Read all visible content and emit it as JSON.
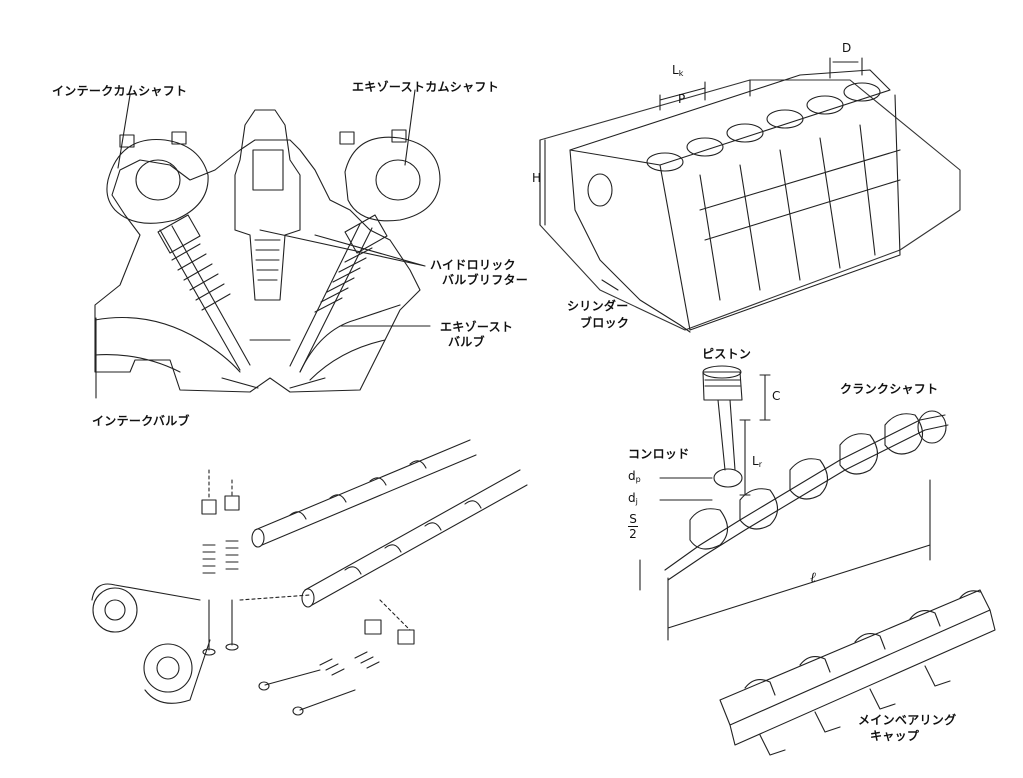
{
  "labels": {
    "intake_camshaft": "インテークカムシャフト",
    "exhaust_camshaft": "エキゾーストカムシャフト",
    "hydraulic_lifter_1": "ハイドロリック",
    "hydraulic_lifter_2": "バルブリフター",
    "exhaust_valve_1": "エキゾースト",
    "exhaust_valve_2": "バルブ",
    "intake_valve": "インテークバルブ",
    "cylinder_block_1": "シリンダー",
    "cylinder_block_2": "ブロック",
    "piston": "ピストン",
    "crankshaft": "クランクシャフト",
    "conrod": "コンロッド",
    "main_bearing_cap_1": "メインベアリング",
    "main_bearing_cap_2": "キャップ"
  },
  "dimensions": {
    "block_length": {
      "main": "L",
      "sub": "k"
    },
    "bore": "D",
    "pitch": "P",
    "height": "H",
    "compression_height": "C",
    "conrod_length": {
      "main": "L",
      "sub": "r"
    },
    "pin_diameter": {
      "main": "d",
      "sub": "p"
    },
    "journal_diameter": {
      "main": "d",
      "sub": "j"
    },
    "half_stroke_num": "S",
    "half_stroke_den": "2",
    "crank_length": "ℓ"
  }
}
